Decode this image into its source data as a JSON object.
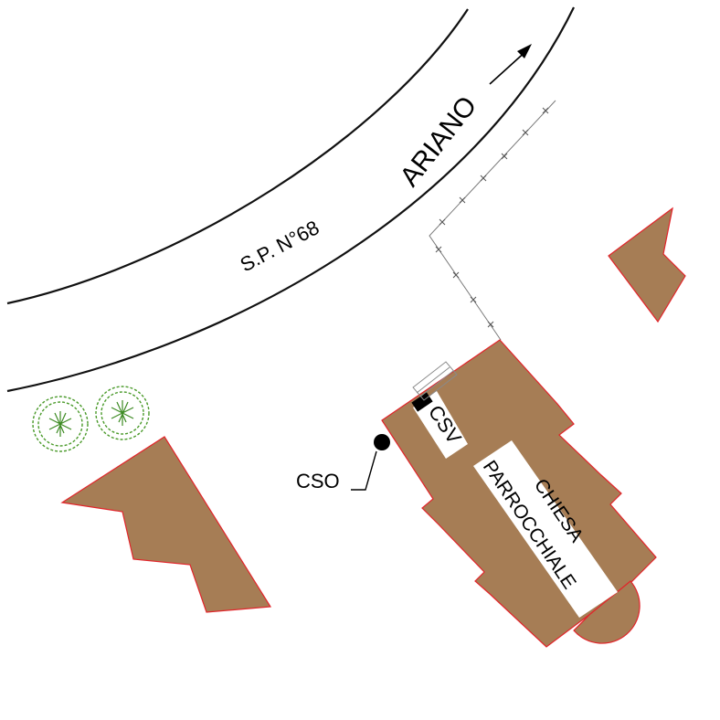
{
  "road": {
    "name": "S.P. N°68",
    "destination": "ARIANO"
  },
  "church": {
    "line1": "CHIESA",
    "line2": "PARROCCHIALE"
  },
  "markers": {
    "csv": "CSV",
    "cso": "CSO"
  },
  "colors": {
    "building_fill": "#a67d55",
    "building_outline": "#e2242a",
    "tree": "#4a9a2a"
  }
}
